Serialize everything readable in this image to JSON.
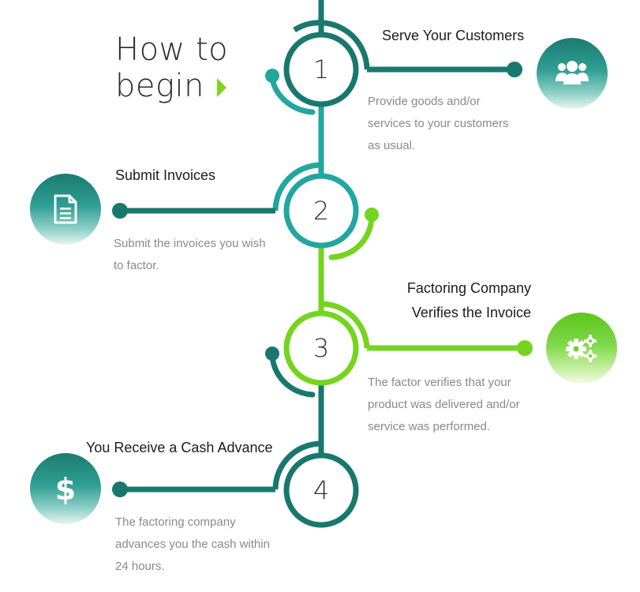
{
  "header": {
    "title_line1": "How to",
    "title_line2": "begin"
  },
  "colors": {
    "dark_teal": "#19786d",
    "teal": "#22a6a0",
    "green": "#74d41e",
    "icon_teal": "#1b8a7e",
    "icon_green": "#66cc22"
  },
  "steps": [
    {
      "number": "1",
      "title": "Serve Your Customers",
      "description": [
        "Provide goods and/or",
        "services to your customers",
        "as usual."
      ],
      "icon": "users-icon"
    },
    {
      "number": "2",
      "title": "Submit Invoices",
      "description": [
        "Submit the invoices you wish",
        "to factor."
      ],
      "icon": "document-icon"
    },
    {
      "number": "3",
      "title": [
        "Factoring Company",
        "Verifies the Invoice"
      ],
      "description": [
        "The factor verifies that your",
        "product was delivered and/or",
        "service was performed."
      ],
      "icon": "gears-icon"
    },
    {
      "number": "4",
      "title": "You Receive a Cash Advance",
      "description": [
        "The factoring company",
        "advances you the cash within",
        "24 hours."
      ],
      "icon": "dollar-icon"
    }
  ]
}
